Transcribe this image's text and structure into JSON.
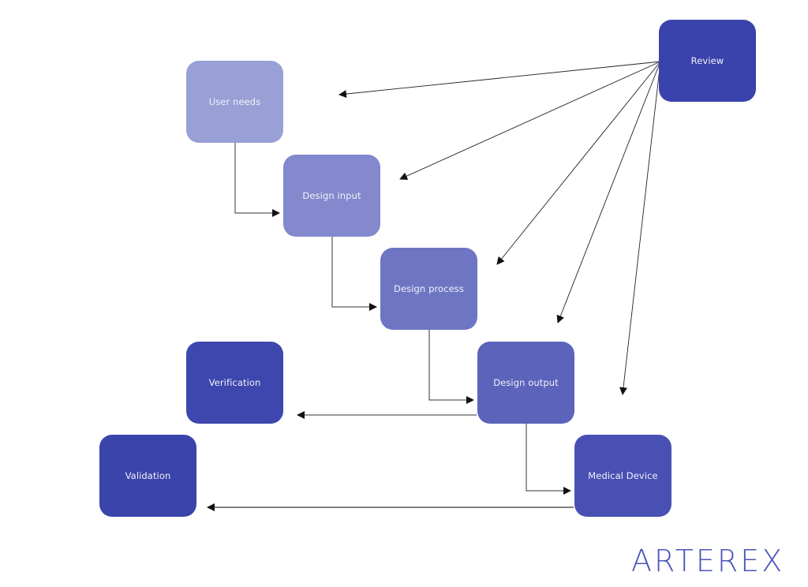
{
  "nodes": {
    "user_needs": {
      "label": "User needs",
      "color": "#99a0d6"
    },
    "design_input": {
      "label": "Design input",
      "color": "#8389cc"
    },
    "design_process": {
      "label": "Design process",
      "color": "#6e76c4"
    },
    "design_output": {
      "label": "Design output",
      "color": "#5b64ba"
    },
    "medical_device": {
      "label": "Medical Device",
      "color": "#4851b3"
    },
    "verification": {
      "label": "Verification",
      "color": "#3d47ad"
    },
    "validation": {
      "label": "Validation",
      "color": "#3a44ab"
    },
    "review": {
      "label": "Review",
      "color": "#3a43ab"
    }
  },
  "edges": [
    {
      "from": "User needs",
      "to": "Design input",
      "style": "elbow"
    },
    {
      "from": "Design input",
      "to": "Design process",
      "style": "elbow"
    },
    {
      "from": "Design process",
      "to": "Design output",
      "style": "elbow"
    },
    {
      "from": "Design output",
      "to": "Medical Device",
      "style": "elbow"
    },
    {
      "from": "Design output",
      "to": "Verification",
      "style": "straight"
    },
    {
      "from": "Medical Device",
      "to": "Validation",
      "style": "straight"
    },
    {
      "from": "Review",
      "to": "User needs",
      "style": "fan"
    },
    {
      "from": "Review",
      "to": "Design input",
      "style": "fan"
    },
    {
      "from": "Review",
      "to": "Design process",
      "style": "fan"
    },
    {
      "from": "Review",
      "to": "Design output",
      "style": "fan"
    },
    {
      "from": "Review",
      "to": "Medical Device",
      "style": "fan"
    }
  ],
  "logo": {
    "text": "ARTEREX",
    "color": "#4a54b8"
  },
  "line_color": "#222222"
}
